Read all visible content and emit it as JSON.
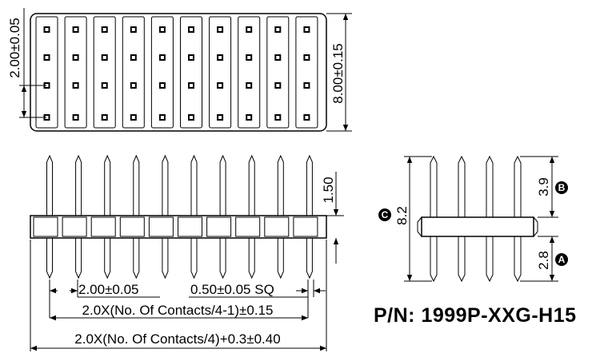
{
  "top_view": {
    "pitch_label": "2.00±0.05",
    "height_label": "8.00±0.15"
  },
  "front_view": {
    "pin_height_label": "1.50",
    "pitch_label": "2.00±0.05",
    "pin_size_label": "0.50±0.05 SQ",
    "pin_span_label": "2.0X(No. Of Contacts/4-1)±0.15",
    "overall_length_label": "2.0X(No. Of Contacts/4)+0.3±0.40"
  },
  "side_view": {
    "total_label": "8.2",
    "upper_label": "3.9",
    "lower_label": "2.8",
    "marker_b": "B",
    "marker_c": "C",
    "marker_a": "A"
  },
  "part_number": "P/N: 1999P-XXG-H15"
}
